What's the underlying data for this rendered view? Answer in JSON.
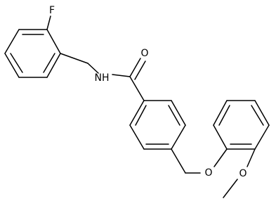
{
  "molecule": {
    "atoms": {
      "fluorine": "F",
      "amide_nitrogen": "NH",
      "carbonyl_oxygen": "O",
      "ether_oxygen": "O",
      "methoxy_oxygen": "O"
    }
  },
  "colors": {
    "bond": "#000000",
    "label": "#000000",
    "background": "#ffffff"
  }
}
